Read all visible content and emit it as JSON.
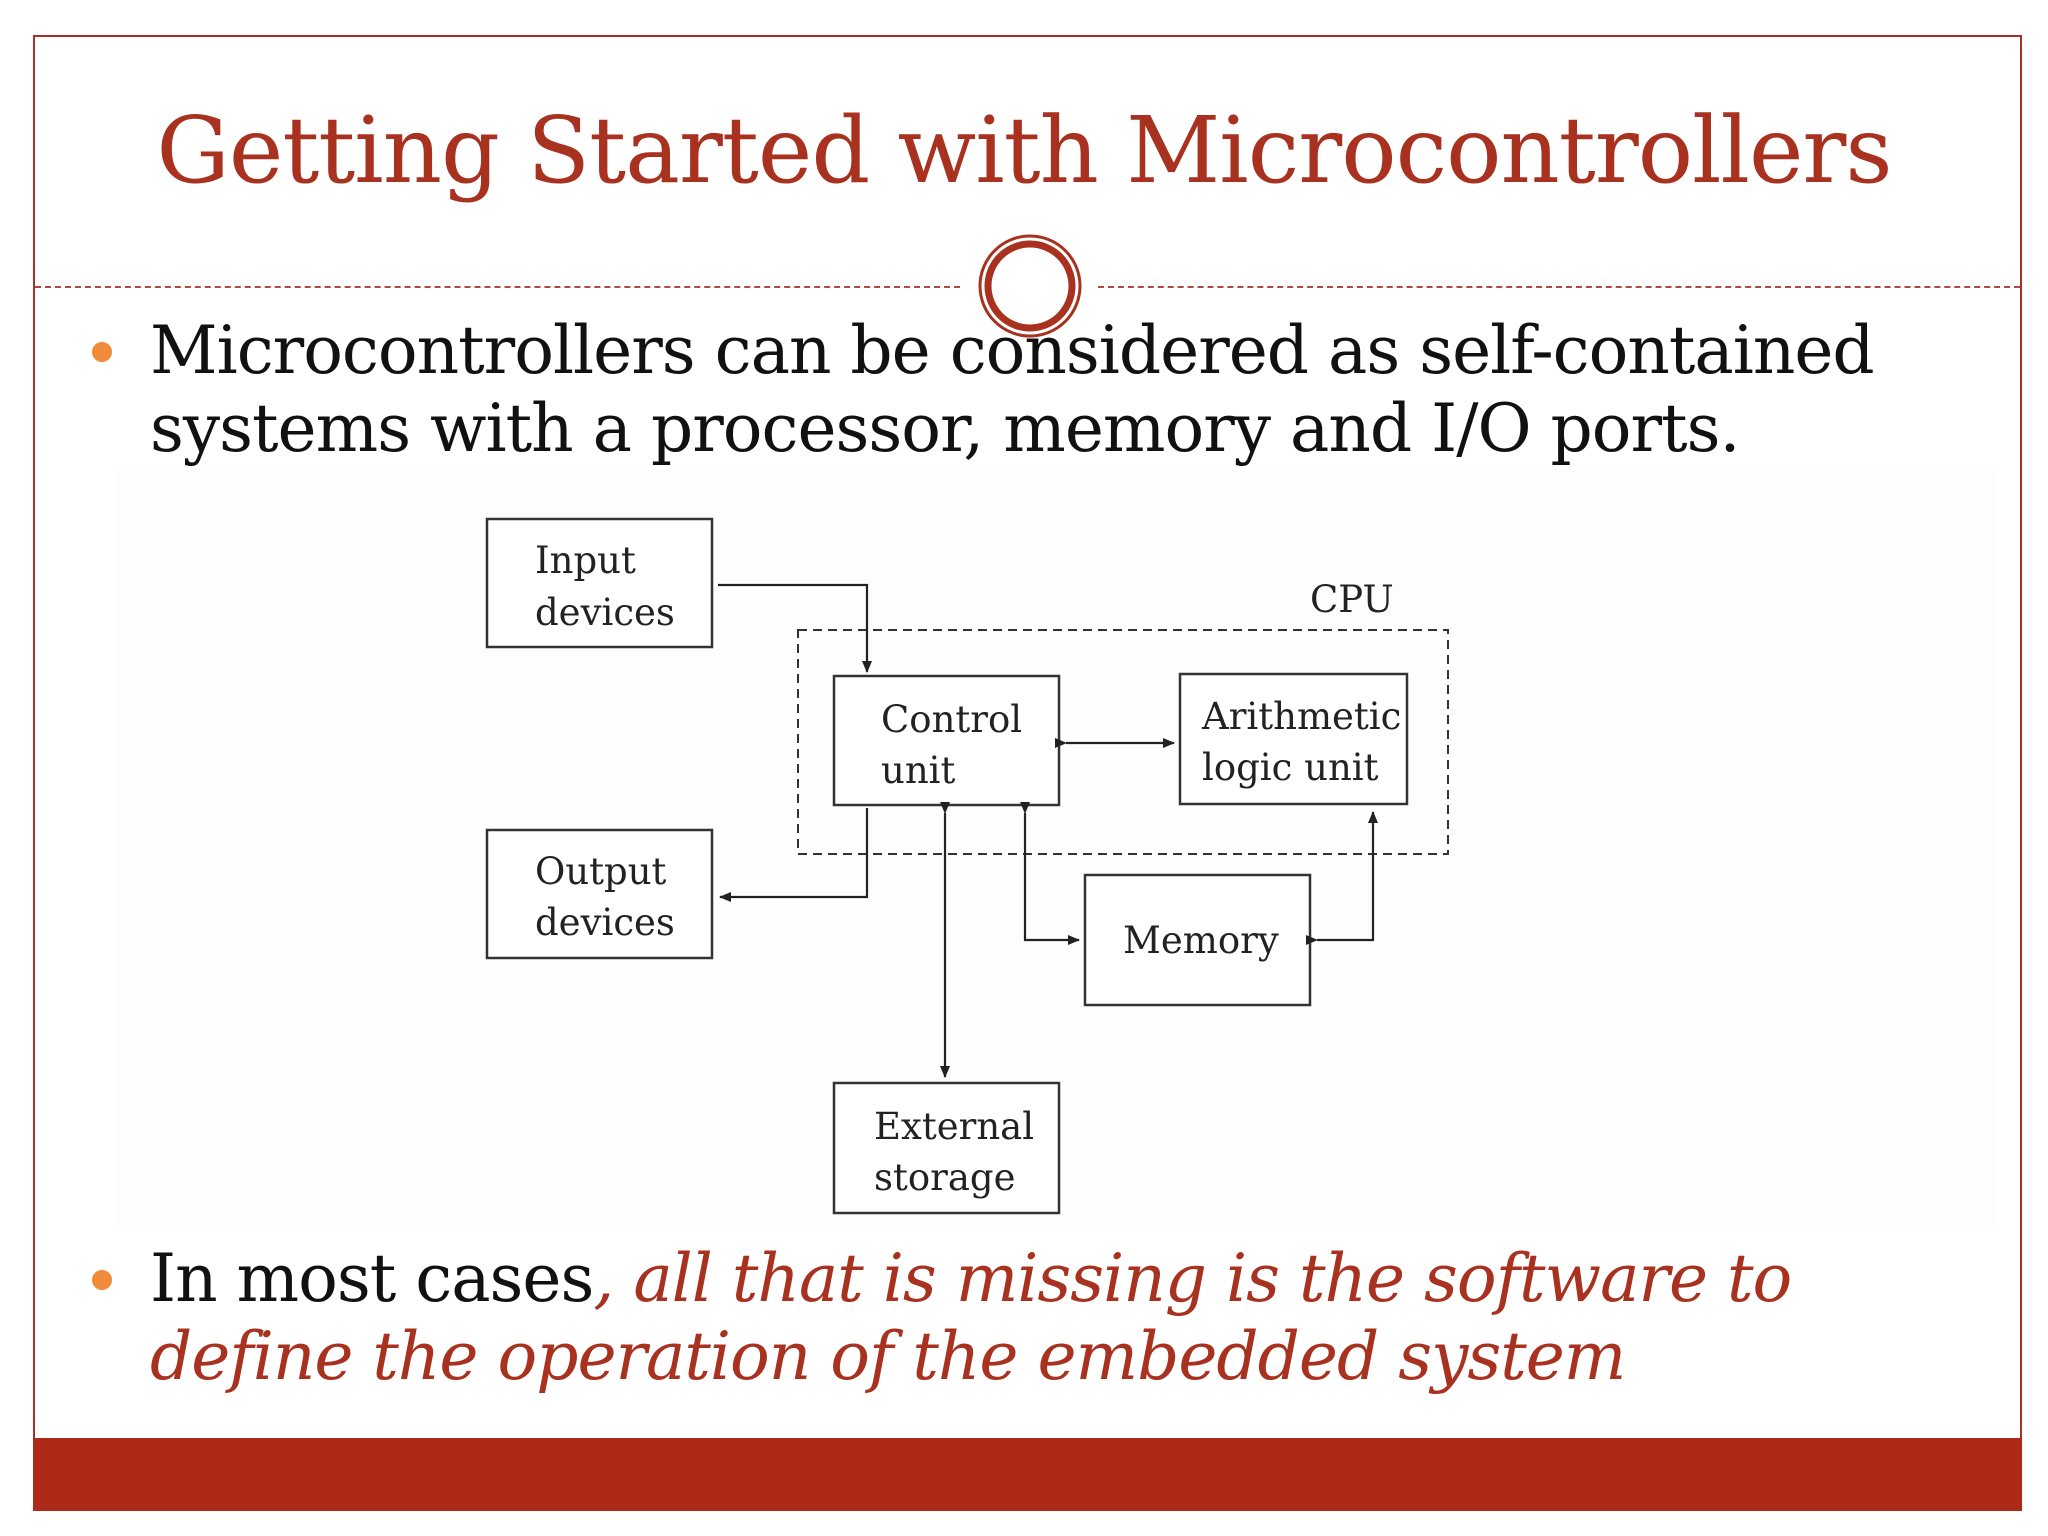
{
  "title": "Getting Started with Microcontrollers",
  "bullets": [
    {
      "text": "Microcontrollers can be considered as self-contained systems with a processor, memory and I/O ports."
    },
    {
      "text_plain": "In most cases",
      "text_emphasis": ", all that is missing is the software to define the operation of the embedded system"
    }
  ],
  "diagram": {
    "cpu_label": "CPU",
    "input_line1": "Input",
    "input_line2": "devices",
    "output_line1": "Output",
    "output_line2": "devices",
    "control_line1": "Control",
    "control_line2": "unit",
    "alu_line1": "Arithmetic",
    "alu_line2": "logic unit",
    "memory": "Memory",
    "storage_line1": "External",
    "storage_line2": "storage"
  },
  "colors": {
    "accent": "#a8311f",
    "footer_bar": "#ae2a18",
    "bullet_dot": "#f28a3c"
  }
}
